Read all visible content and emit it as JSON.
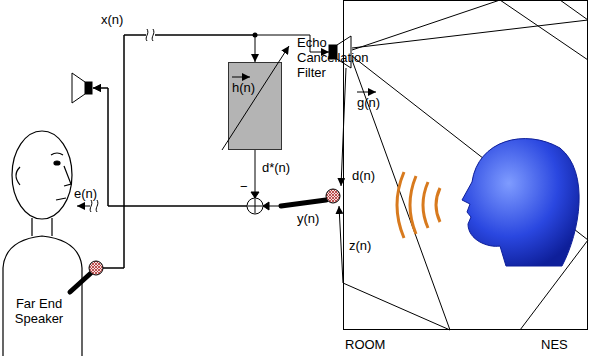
{
  "diagram": {
    "nodes": [
      {
        "text": [
          "Far End Speaker"
        ]
      },
      {
        "text": [
          "h(n)",
          "Echo Cancellation Filter"
        ]
      },
      {
        "text": [
          "ROOM"
        ]
      }
    ],
    "edges": [
      {
        "from": 0,
        "to": 1,
        "arrow": "to"
      },
      {
        "from": 0,
        "to": 2,
        "arrow": "to"
      },
      {
        "from": 1,
        "to": 0,
        "arrow": "to"
      },
      {
        "from": 2,
        "to": 0,
        "arrow": "to"
      }
    ],
    "labels": [
      "x(n)",
      "d*(n)",
      "−",
      "e(n)",
      "y(n)",
      "g(n)",
      "d(n)",
      "z(n)",
      "NES"
    ]
  }
}
